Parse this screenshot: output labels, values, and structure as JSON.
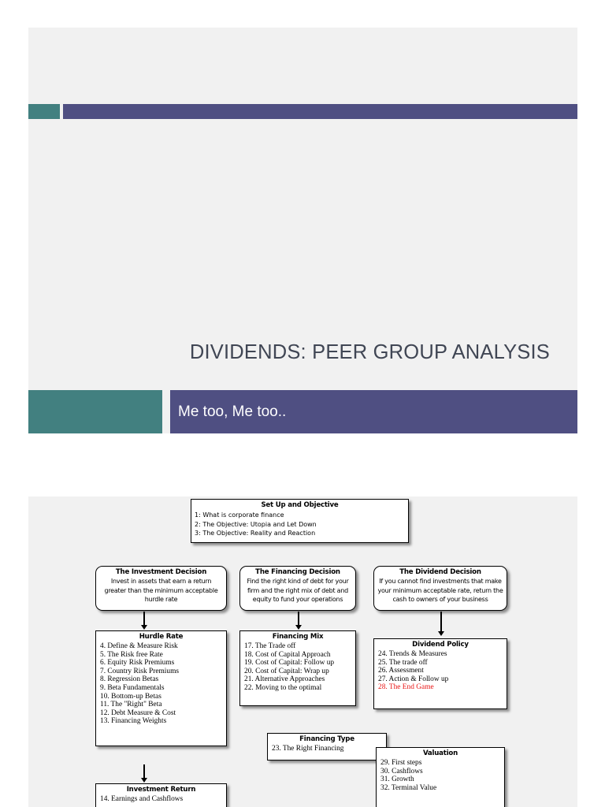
{
  "slide_title": {
    "title": "DIVIDENDS: PEER GROUP ANALYSIS",
    "subtitle": "Me too, Me too..",
    "accent_teal": "#428080",
    "accent_purple": "#4F4F82",
    "background": "#F1F1F1"
  },
  "diagram": {
    "setup": {
      "title": "Set Up and Objective",
      "items": [
        "1: What is corporate finance",
        "2: The Objective: Utopia and Let Down",
        "3: The Objective: Reality and Reaction"
      ]
    },
    "investment_decision": {
      "title": "The Investment Decision",
      "desc": "Invest in assets that earn a return greater than the minimum acceptable hurdle rate"
    },
    "financing_decision": {
      "title": "The Financing Decision",
      "desc": "Find the right kind of debt for your firm and the right mix of debt and equity to fund your operations"
    },
    "dividend_decision": {
      "title": "The Dividend Decision",
      "desc": "If you cannot find investments that make your minimum acceptable rate, return the cash to owners of your business"
    },
    "hurdle_rate": {
      "title": "Hurdle Rate",
      "items": [
        "4. Define & Measure Risk",
        "5. The Risk free Rate",
        "6. Equity Risk Premiums",
        "7. Country Risk Premiums",
        "8. Regression Betas",
        "9. Beta Fundamentals",
        "10. Bottom-up Betas",
        "11. The \"Right\" Beta",
        "12. Debt  Measure & Cost",
        "13. Financing Weights"
      ]
    },
    "financing_mix": {
      "title": "Financing Mix",
      "items": [
        "17. The Trade off",
        "18. Cost of Capital Approach",
        "19. Cost of Capital: Follow up",
        "20. Cost of Capital:  Wrap up",
        "21. Alternative Approaches",
        "22. Moving to the optimal"
      ]
    },
    "financing_type": {
      "title": "Financing Type",
      "items": [
        "23. The Right Financing"
      ]
    },
    "dividend_policy": {
      "title": "Dividend Policy",
      "items": [
        "24. Trends & Measures",
        "25. The trade off",
        "26. Assessment",
        "27. Action & Follow up"
      ],
      "highlight_item": "28. The End Game",
      "highlight_color": "#E81313"
    },
    "valuation": {
      "title": "Valuation",
      "items": [
        "29. First steps",
        "30. Cashflows",
        "31. Growth",
        "32. Terminal Value"
      ]
    },
    "investment_return": {
      "title": "Investment Return",
      "items": [
        "14. Earnings and Cashflows"
      ]
    }
  }
}
